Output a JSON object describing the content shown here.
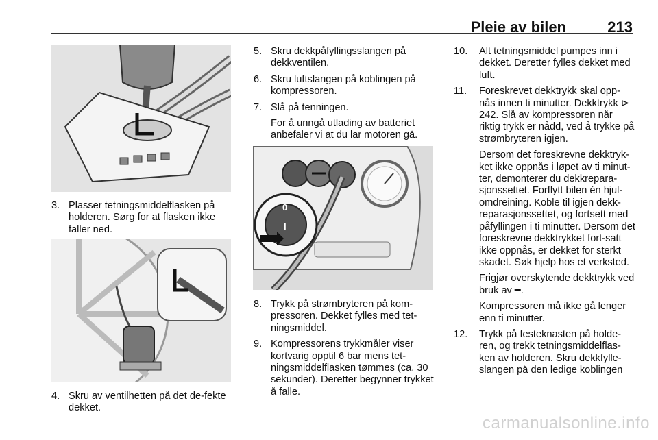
{
  "header": {
    "title": "Pleie av bilen",
    "page": "213"
  },
  "col1": {
    "step3": {
      "num": "3.",
      "text": "Plasser tetningsmiddelflasken på holderen. Sørg for at flasken ikke faller ned."
    },
    "step4": {
      "num": "4.",
      "text": "Skru av ventilhetten på det de-fekte dekket."
    }
  },
  "col2": {
    "step5": {
      "num": "5.",
      "text": "Skru dekkpåfyllingsslangen på dekkventilen."
    },
    "step6": {
      "num": "6.",
      "text": "Skru luftslangen på koblingen på kompressoren."
    },
    "step7": {
      "num": "7.",
      "text": "Slå på tenningen."
    },
    "step7_note": "For å unngå utlading av batteriet anbefaler vi at du lar motoren gå.",
    "figure_label_0": "0",
    "figure_label_1": "I",
    "step8": {
      "num": "8.",
      "text": "Trykk på strømbryteren på kom-pressoren. Dekket fylles med tet-ningsmiddel."
    },
    "step9": {
      "num": "9.",
      "text": "Kompressorens trykkmåler viser kortvarig opptil 6 bar mens tet-ningsmiddelflasken tømmes (ca. 30 sekunder). Deretter begynner trykket å falle."
    }
  },
  "col3": {
    "step10": {
      "num": "10.",
      "text": "Alt tetningsmiddel pumpes inn i dekket. Deretter fylles dekket med luft."
    },
    "step11": {
      "num": "11.",
      "text": "Foreskrevet dekktrykk skal opp-nås innen ti minutter. Dekktrykk ⊳ 242. Slå av kompressoren når riktig trykk er nådd, ved å trykke på strømbryteren igjen."
    },
    "step11_note1": "Dersom det foreskrevne dekktryk-ket ikke oppnås i løpet av ti minut-ter, demonterer du dekkrepara-sjonssettet. Forflytt bilen én hjul-omdreining. Koble til igjen dekk-reparasjonssettet, og fortsett med påfyllingen i ti minutter. Dersom det foreskrevne dekktrykket fort-satt ikke oppnås, er dekket for sterkt skadet. Søk hjelp hos et verksted.",
    "step11_note2": "Frigjør overskytende dekktrykk ved bruk av ━.",
    "step11_note3": "Kompressoren må ikke gå lenger enn ti minutter.",
    "step12": {
      "num": "12.",
      "text": "Trykk på festeknasten på holde-ren, og trekk tetningsmiddelflas-ken av holderen. Skru dekkfylle-slangen på den ledige koblingen"
    }
  },
  "watermark": "carmanualsonline.info"
}
